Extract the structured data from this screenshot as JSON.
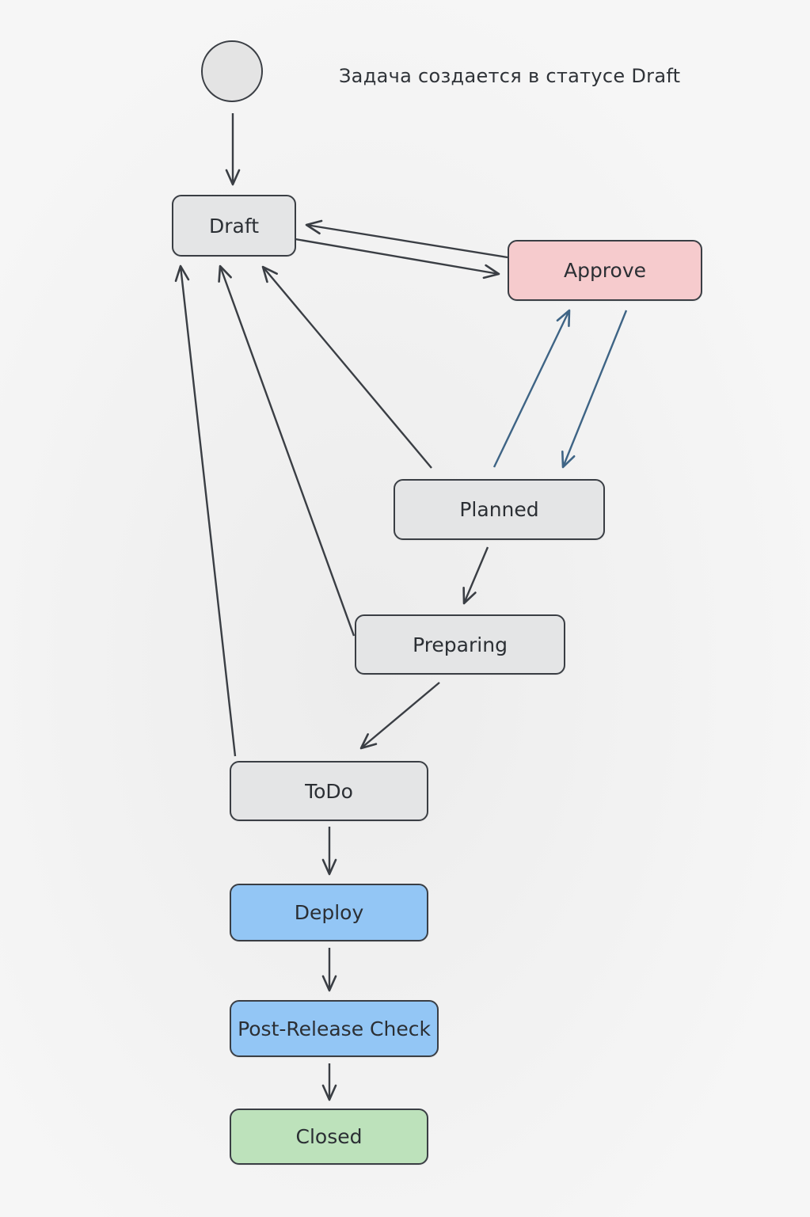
{
  "note": "Задача создается в статусе Draft",
  "colors": {
    "neutral": "#e4e5e6",
    "approve": "#f6cbcd",
    "blue": "#93c6f5",
    "green": "#bde2bb",
    "edge": "#3a3e44",
    "edge_blue": "#3e6485"
  },
  "states": {
    "draft": "Draft",
    "approve": "Approve",
    "planned": "Planned",
    "preparing": "Preparing",
    "todo": "ToDo",
    "deploy": "Deploy",
    "post_release_check": "Post-Release Check",
    "closed": "Closed"
  },
  "transitions": [
    {
      "from": "start",
      "to": "draft"
    },
    {
      "from": "draft",
      "to": "approve"
    },
    {
      "from": "approve",
      "to": "draft"
    },
    {
      "from": "approve",
      "to": "planned"
    },
    {
      "from": "planned",
      "to": "approve"
    },
    {
      "from": "planned",
      "to": "draft"
    },
    {
      "from": "planned",
      "to": "preparing"
    },
    {
      "from": "preparing",
      "to": "draft"
    },
    {
      "from": "preparing",
      "to": "todo"
    },
    {
      "from": "todo",
      "to": "draft"
    },
    {
      "from": "todo",
      "to": "deploy"
    },
    {
      "from": "deploy",
      "to": "post_release_check"
    },
    {
      "from": "post_release_check",
      "to": "closed"
    }
  ]
}
